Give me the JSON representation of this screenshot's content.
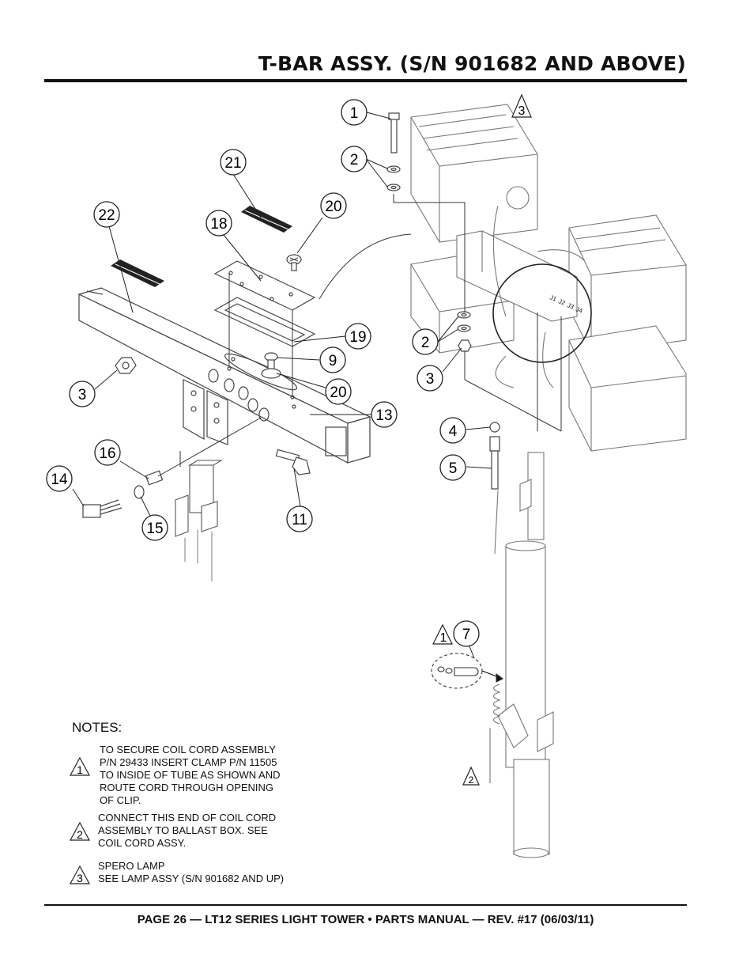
{
  "header": {
    "title": "T-BAR ASSY. (S/N 901682 AND ABOVE)"
  },
  "footer": {
    "text": "PAGE 26 — LT12 SERIES LIGHT TOWER • PARTS MANUAL — REV. #17 (06/03/11)"
  },
  "diagram": {
    "callouts": [
      {
        "label": "1"
      },
      {
        "label": "2"
      },
      {
        "label": "21"
      },
      {
        "label": "22"
      },
      {
        "label": "18"
      },
      {
        "label": "20"
      },
      {
        "label": "19"
      },
      {
        "label": "9"
      },
      {
        "label": "20"
      },
      {
        "label": "13"
      },
      {
        "label": "3"
      },
      {
        "label": "2"
      },
      {
        "label": "3"
      },
      {
        "label": "4"
      },
      {
        "label": "5"
      },
      {
        "label": "16"
      },
      {
        "label": "14"
      },
      {
        "label": "15"
      },
      {
        "label": "11"
      },
      {
        "label": "7"
      }
    ],
    "flags": [
      {
        "label": "3"
      },
      {
        "label": "1"
      },
      {
        "label": "2"
      }
    ],
    "connector_labels": [
      "J1",
      "J2",
      "J3",
      "J4"
    ]
  },
  "notes": {
    "heading": "NOTES:",
    "items": [
      {
        "flag": "1",
        "lines": [
          "TO SECURE COIL CORD ASSEMBLY",
          "P/N 29433 INSERT CLAMP P/N 11505",
          "TO INSIDE OF TUBE AS SHOWN AND",
          "ROUTE CORD THROUGH OPENING",
          "OF CLIP."
        ]
      },
      {
        "flag": "2",
        "lines": [
          "CONNECT THIS END OF COIL CORD",
          "ASSEMBLY TO BALLAST BOX. SEE",
          "COIL CORD ASSY."
        ]
      },
      {
        "flag": "3",
        "lines": [
          "SPERO LAMP",
          "SEE LAMP ASSY (S/N 901682 AND UP)"
        ]
      }
    ]
  }
}
